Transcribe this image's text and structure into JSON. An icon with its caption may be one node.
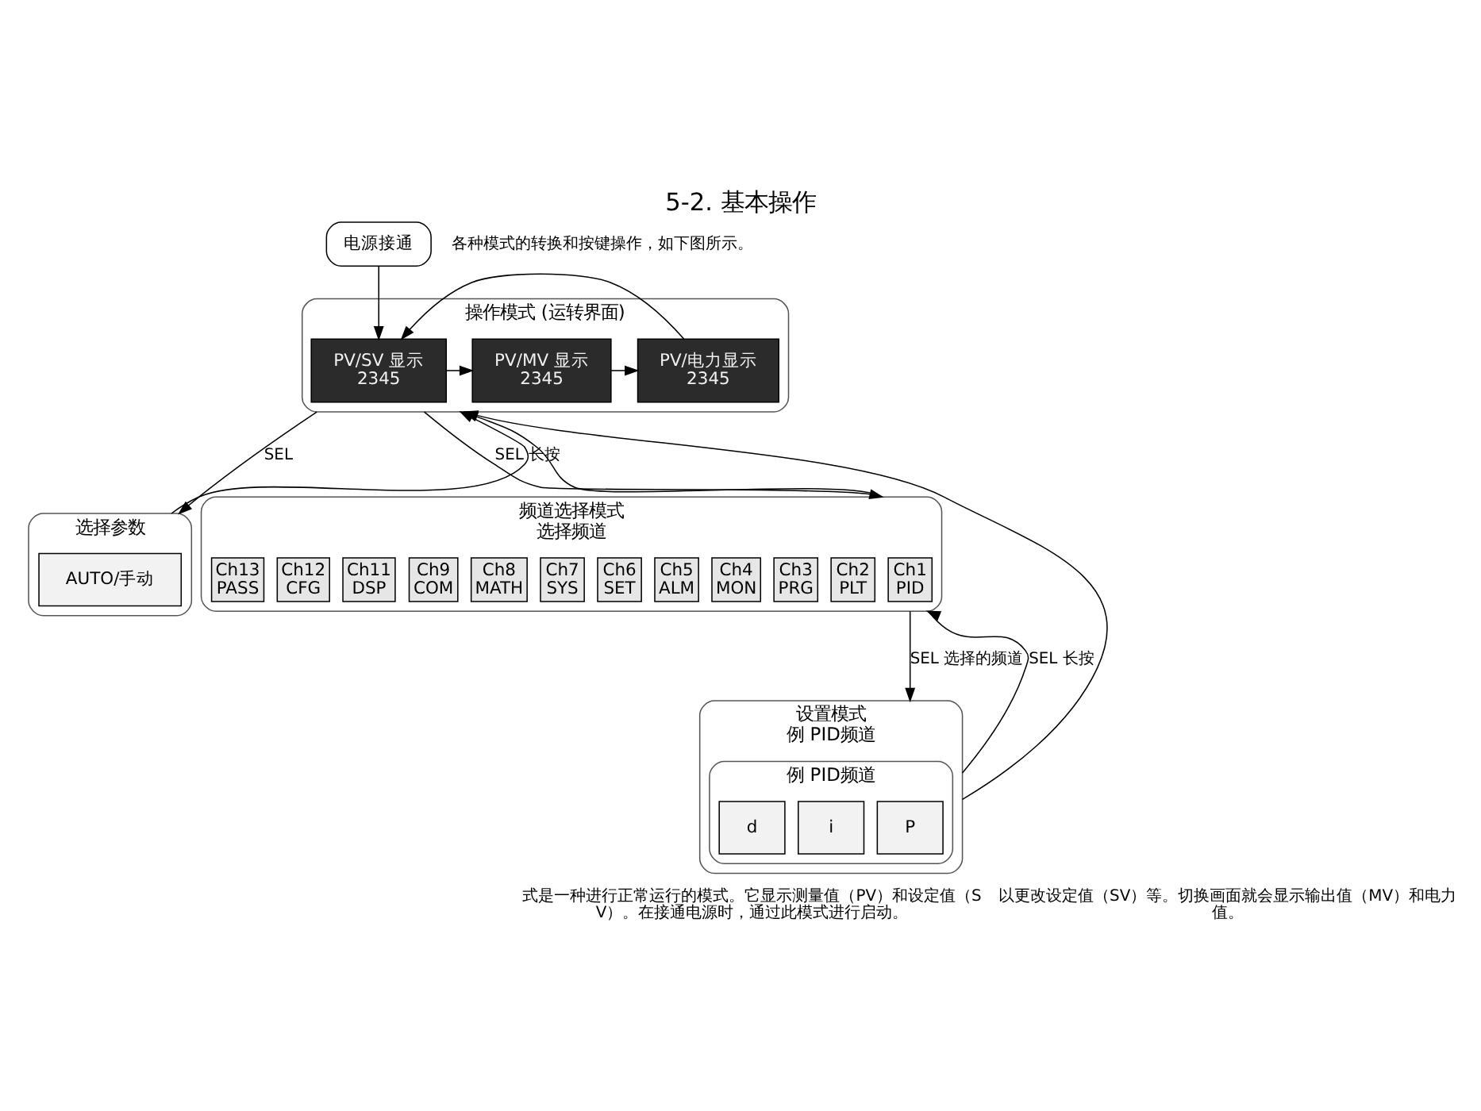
{
  "diagram": {
    "title": "5-2. 基本操作",
    "nodes": [
      {
        "text": [
          "操作模式 (运转界面)"
        ]
      },
      {
        "text": [
          "电源接通"
        ]
      },
      {
        "text": [
          "PV/SV 显示",
          "2345"
        ],
        "in": 0
      },
      {
        "text": [
          "PV/MV 显示",
          "2345"
        ],
        "in": 0
      },
      {
        "text": [
          "PV/电力显示",
          "2345"
        ],
        "in": 0
      },
      {
        "text": [
          "选择参数"
        ]
      },
      {
        "text": [
          "AUTO/手动"
        ],
        "in": 5
      },
      {
        "text": [
          "频道选择模式",
          "选择频道"
        ]
      },
      {
        "text": [
          "Ch1",
          "PID"
        ],
        "in": 7
      },
      {
        "text": [
          "Ch2",
          "PLT"
        ],
        "in": 7
      },
      {
        "text": [
          "Ch3",
          "PRG"
        ],
        "in": 7
      },
      {
        "text": [
          "Ch4",
          "MON"
        ],
        "in": 7
      },
      {
        "text": [
          "Ch5",
          "ALM"
        ],
        "in": 7
      },
      {
        "text": [
          "Ch6",
          "SET"
        ],
        "in": 7
      },
      {
        "text": [
          "Ch7",
          "SYS"
        ],
        "in": 7
      },
      {
        "text": [
          "Ch8",
          "MATH"
        ],
        "in": 7
      },
      {
        "text": [
          "Ch9",
          "COM"
        ],
        "in": 7
      },
      {
        "text": [
          "Ch11",
          "DSP"
        ],
        "in": 7
      },
      {
        "text": [
          "Ch12",
          "CFG"
        ],
        "in": 7
      },
      {
        "text": [
          "Ch13",
          "PASS"
        ],
        "in": 7
      },
      {
        "text": [
          "设置模式",
          "例 PID频道"
        ]
      },
      {
        "text": [
          "例 PID频道"
        ],
        "in": 20
      },
      {
        "text": [
          "P"
        ],
        "in": 21
      },
      {
        "text": [
          "i"
        ],
        "in": 21
      },
      {
        "text": [
          "d"
        ],
        "in": 21
      }
    ],
    "edges": [
      {
        "from": 1,
        "to": 2,
        "arrow": "to"
      },
      {
        "from": 2,
        "to": 3,
        "arrow": "to"
      },
      {
        "from": 3,
        "to": 4,
        "arrow": "to"
      },
      {
        "from": 4,
        "to": 2,
        "arrow": "to"
      },
      {
        "from": 0,
        "to": 5,
        "arrow": "to",
        "label": "SEL"
      },
      {
        "from": 5,
        "to": 0,
        "arrow": "to"
      },
      {
        "from": 0,
        "to": 7,
        "arrow": "to",
        "label": "SEL 长按"
      },
      {
        "from": 7,
        "to": 0,
        "arrow": "to"
      },
      {
        "from": 7,
        "to": 20,
        "arrow": "to",
        "label": "SEL 选择的频道"
      },
      {
        "from": 20,
        "to": 7,
        "arrow": "to",
        "label": "SEL 长按"
      },
      {
        "from": 20,
        "to": 0,
        "arrow": "to"
      }
    ],
    "labels": [
      "各种模式的转换和按键操作，如下图所示。",
      "式是一种进行正常运行的模式。它显示测量值（PV）和设定值（SV）。在接通电源时，通过此模式进行启动。",
      "以更改设定值（SV）等。切换画面就会显示输出值（MV）和电力值。"
    ]
  }
}
